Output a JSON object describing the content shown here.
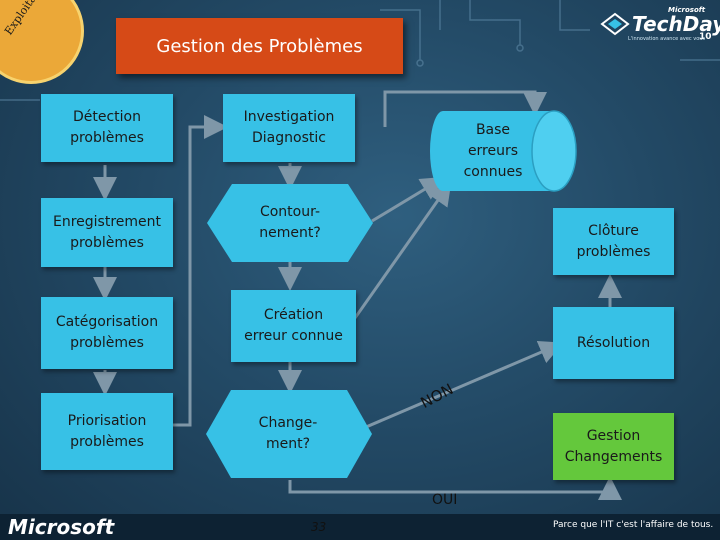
{
  "header": {
    "title": "Gestion des Problèmes",
    "stamp": "Exploitation",
    "logo_brand": "Microsoft",
    "logo_name": "TechDays",
    "logo_year": "10",
    "logo_tagline": "L'innovation avance avec vous"
  },
  "nodes": {
    "detection": "Détection\nproblèmes",
    "enregistrement": "Enregistrement\nproblèmes",
    "categorisation": "Catégorisation\nproblèmes",
    "priorisation": "Priorisation\nproblèmes",
    "investigation": "Investigation\nDiagnostic",
    "contournement": "Contour-\nnement?",
    "creation": "Création\nerreur connue",
    "changement": "Change-\nment?",
    "base": "Base\nerreurs\nconnues",
    "cloture": "Clôture\nproblèmes",
    "resolution": "Résolution",
    "gestion": "Gestion\nChangements"
  },
  "edge_labels": {
    "non": "NON",
    "oui": "OUI"
  },
  "footer": {
    "microsoft": "Microsoft",
    "page_number": "33",
    "tagline": "Parce que l'IT c'est l'affaire de tous."
  },
  "colors": {
    "node": "#37c1e6",
    "title_bar": "#d64a17",
    "decision_green": "#64c83c",
    "arrow": "#7f97a8"
  }
}
